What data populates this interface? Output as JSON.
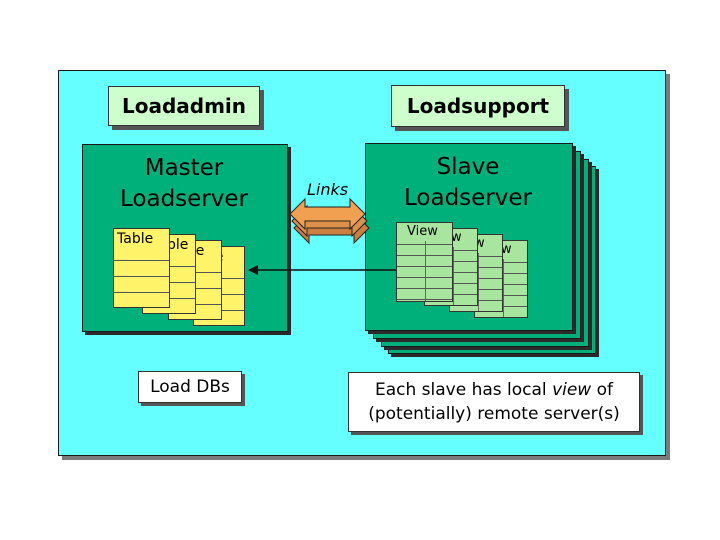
{
  "titles": {
    "loadadmin": "Loadadmin",
    "loadsupport": "Loadsupport"
  },
  "master": {
    "line1": "Master",
    "line2": "Loadserver"
  },
  "slave": {
    "line1": "Slave",
    "line2": "Loadserver"
  },
  "links_label": "Links",
  "tables": [
    "Table",
    "ble",
    "ble",
    "ble"
  ],
  "views": [
    "View",
    "ew",
    "w",
    "w"
  ],
  "notes": {
    "load_dbs": "Load DBs",
    "slave_line1_prefix": "Each slave has local ",
    "slave_line1_emph": "view",
    "slave_line1_suffix": " of",
    "slave_line2": "(potentially) remote server(s)"
  },
  "colors": {
    "panel": "#66ffff",
    "server": "#00b07a",
    "label_box": "#ccffcc",
    "table_sheet": "#fff36a",
    "view_sheet": "#a8e6a0",
    "links_arrow": "#f0a050"
  }
}
